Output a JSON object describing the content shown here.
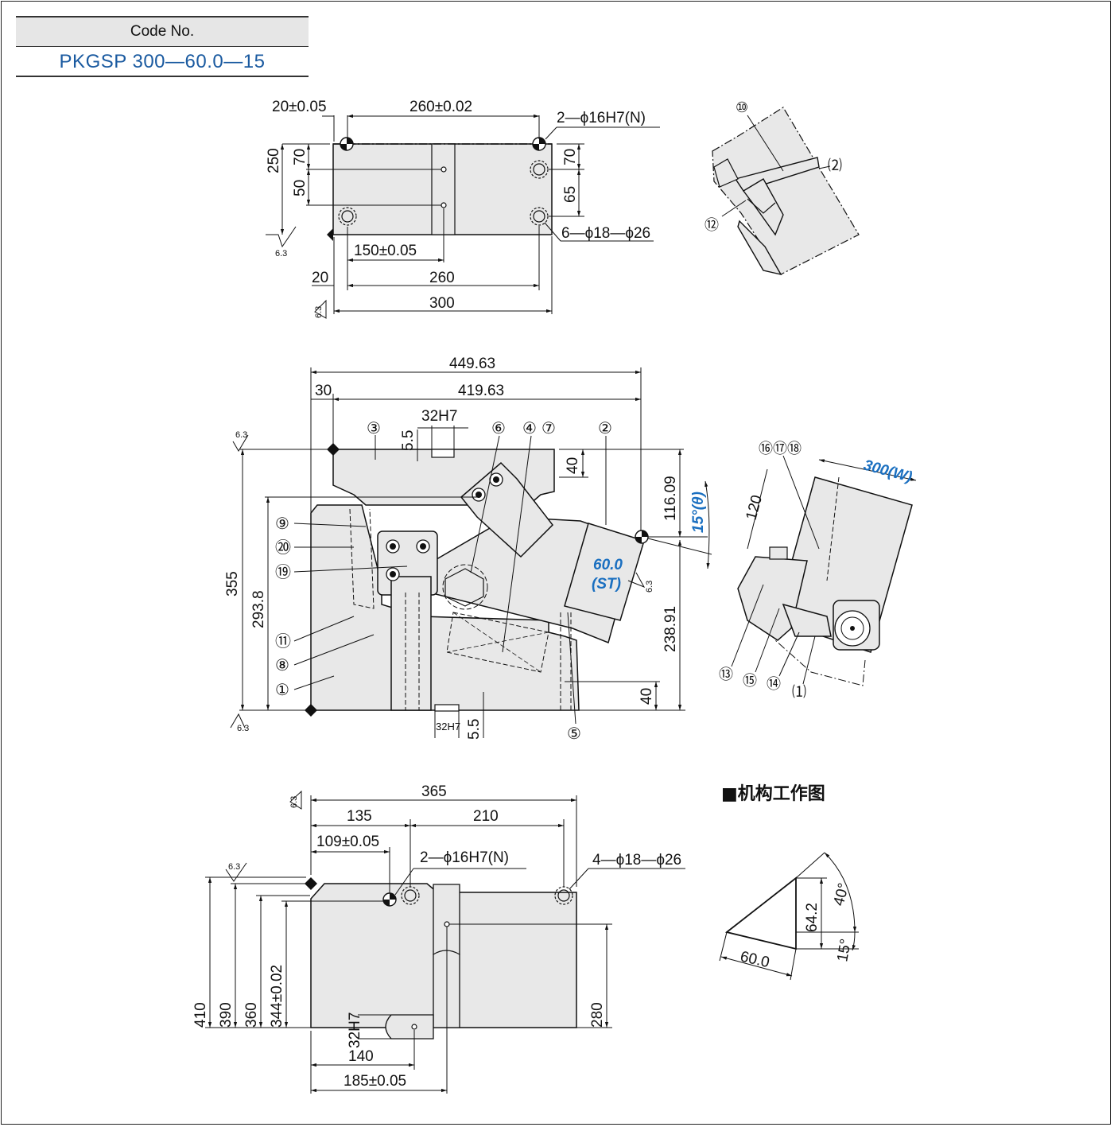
{
  "code_table": {
    "header": "Code No.",
    "value": "PKGSP 300—60.0—15"
  },
  "top_view": {
    "dim_20_tol": "20±0.05",
    "dim_260_tol": "260±0.02",
    "hole_callout": "2—ϕ16H7(N)",
    "dim_250": "250",
    "dim_70_left": "70",
    "dim_50": "50",
    "dim_70_right": "70",
    "dim_65": "65",
    "bolt_callout": "6—ϕ18—ϕ26",
    "dim_150_tol": "150±0.05",
    "dim_20": "20",
    "dim_260": "260",
    "dim_300": "300",
    "roughness_1": "6.3",
    "roughness_2": "6.3"
  },
  "front_view": {
    "dim_449": "449.63",
    "dim_30": "30",
    "dim_419": "419.63",
    "dim_32h7_top": "32H7",
    "dim_5_5_top": "5.5",
    "dim_40_top": "40",
    "dim_116": "116.09",
    "angle_label": "15°(θ)",
    "dim_355": "355",
    "dim_293": "293.8",
    "dim_238": "238.91",
    "dim_40_bottom": "40",
    "dim_32h7_bottom": "32H7",
    "dim_5_5_bottom": "5.5",
    "stroke_value": "60.0",
    "stroke_label": "(ST)",
    "roughness_top": "6.3",
    "roughness_bottom": "6.3",
    "roughness_mid": "6.3",
    "parts": [
      "①",
      "②",
      "③",
      "④",
      "⑤",
      "⑥",
      "⑦",
      "⑧",
      "⑨",
      "⑳",
      "⑲",
      "⑪"
    ]
  },
  "side_view": {
    "width_label": "300(W)",
    "dim_120": "120",
    "parts": [
      "⑯⑰⑱",
      "⑬",
      "⑮",
      "⑭",
      "⑴"
    ]
  },
  "detail_view": {
    "parts": [
      "⑩",
      "⑵",
      "⑫"
    ]
  },
  "bottom_view": {
    "dim_365": "365",
    "dim_135": "135",
    "dim_210": "210",
    "dim_109_tol": "109±0.05",
    "hole_callout": "2—ϕ16H7(N)",
    "bolt_callout": "4—ϕ18—ϕ26",
    "dim_410": "410",
    "dim_390": "390",
    "dim_360": "360",
    "dim_344": "344±0.02",
    "dim_280": "280",
    "dim_32h7": "32H7",
    "dim_140": "140",
    "dim_185_tol": "185±0.05",
    "roughness_1": "6.3",
    "roughness_2": "6.3"
  },
  "mechanism": {
    "title": "■机构工作图",
    "dim_64": "64.2",
    "dim_60": "60.0",
    "angle_40": "40°",
    "angle_15": "15°"
  }
}
